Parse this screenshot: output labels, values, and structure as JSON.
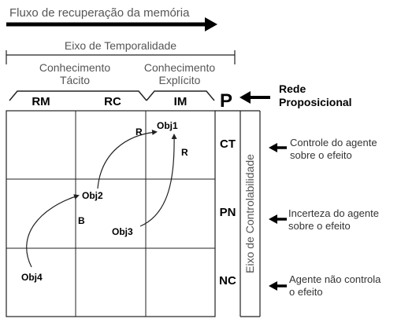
{
  "header": {
    "flow_label": "Fluxo de recuperação da memória"
  },
  "temporal_axis": {
    "label": "Eixo de Temporalidade",
    "tacit": {
      "line1": "Conhecimento",
      "line2": "Tácito"
    },
    "explicit": {
      "line1": "Conhecimento",
      "line2": "Explícito"
    }
  },
  "columns": [
    "RM",
    "RC",
    "IM"
  ],
  "p_column": {
    "label": "P",
    "note_line1": "Rede",
    "note_line2": "Proposicional"
  },
  "rows": [
    "CT",
    "PN",
    "NC"
  ],
  "control_axis": {
    "label": "Eixo de Controlabilidade"
  },
  "row_notes": [
    {
      "line1": "Controle do agente",
      "line2": "sobre o efeito"
    },
    {
      "line1": "Incerteza do agente",
      "line2": "sobre o efeito"
    },
    {
      "line1": "Agente não controla",
      "line2": "o efeito"
    }
  ],
  "objects": {
    "obj1": "Obj1",
    "obj2": "Obj2",
    "obj3": "Obj3",
    "obj4": "Obj4"
  },
  "edge_labels": {
    "r_top": "R",
    "r_right": "R",
    "b": "B"
  },
  "colors": {
    "line": "#222222",
    "text": "#333333"
  }
}
